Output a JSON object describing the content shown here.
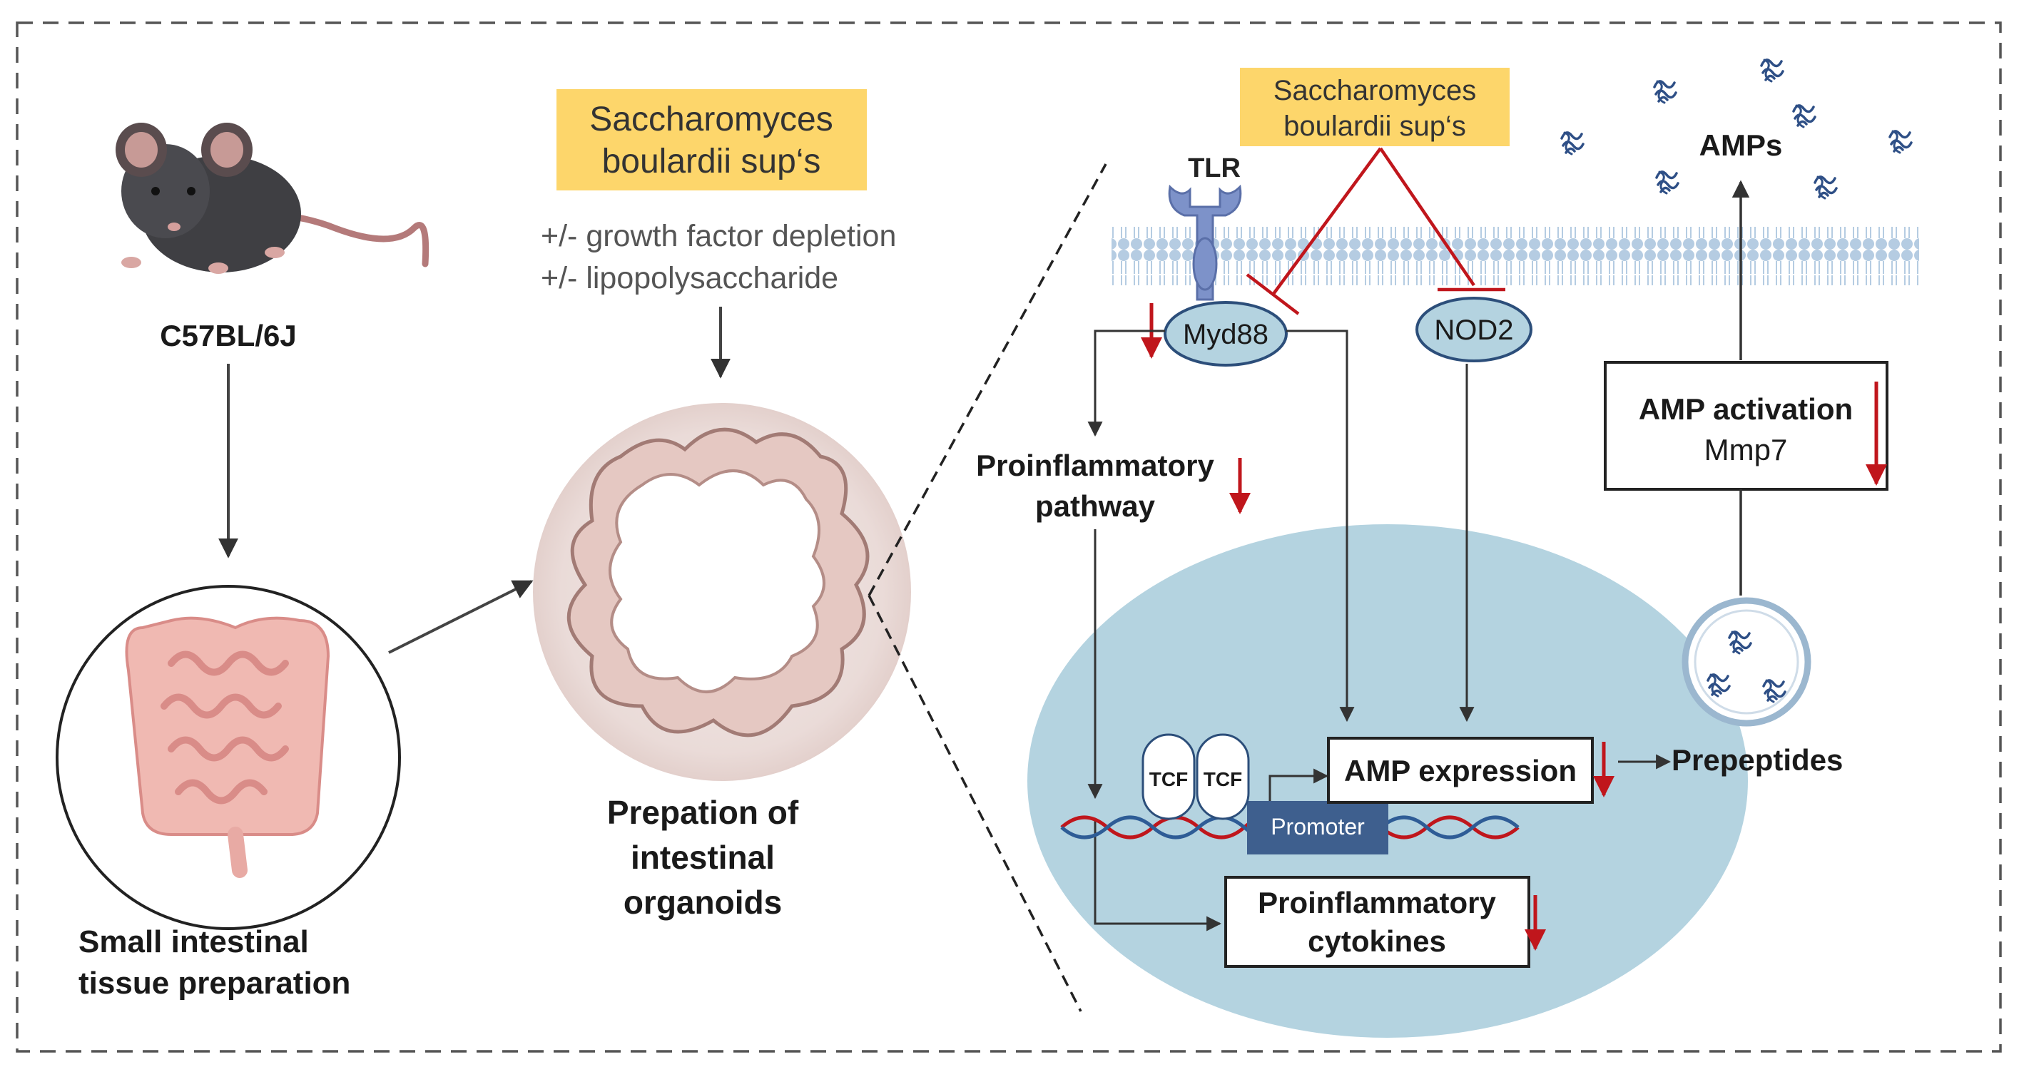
{
  "left_panel": {
    "strain_label": "C57BL/6J",
    "tissue_label_line1": "Small intestinal",
    "tissue_label_line2": "tissue preparation"
  },
  "middle_panel": {
    "treatment_box_line1": "Saccharomyces",
    "treatment_box_line2": "boulardii sup‘s",
    "condition_1": "+/- growth factor depletion",
    "condition_2": "+/- lipopolysaccharide",
    "organoid_label_line1": "Prepation of",
    "organoid_label_line2": "intestinal",
    "organoid_label_line3": "organoids"
  },
  "right_panel": {
    "treatment_box_line1": "Saccharomyces",
    "treatment_box_line2": "boulardii sup‘s",
    "tlr_label": "TLR",
    "myd88_label": "Myd88",
    "nod2_label": "NOD2",
    "amps_label": "AMPs",
    "proinflammatory_pathway_line1": "Proinflammatory",
    "proinflammatory_pathway_line2": "pathway",
    "amp_activation_line1": "AMP activation",
    "amp_activation_line2": "Mmp7",
    "tcf_label_1": "TCF",
    "tcf_label_2": "TCF",
    "promoter_label": "Promoter",
    "amp_expression_label": "AMP expression",
    "prepeptides_label": "Prepeptides",
    "cytokines_line1": "Proinflammatory",
    "cytokines_line2": "cytokines"
  },
  "colors": {
    "treatment_box": "#fdd66b",
    "inhibition_red": "#c0161c",
    "nucleus": "#b4d3e0",
    "membrane": "#b5cce2",
    "receptor_blue": "#7d92c9",
    "promoter_box": "#3e5f8e",
    "frame_dashed": "#555555"
  }
}
